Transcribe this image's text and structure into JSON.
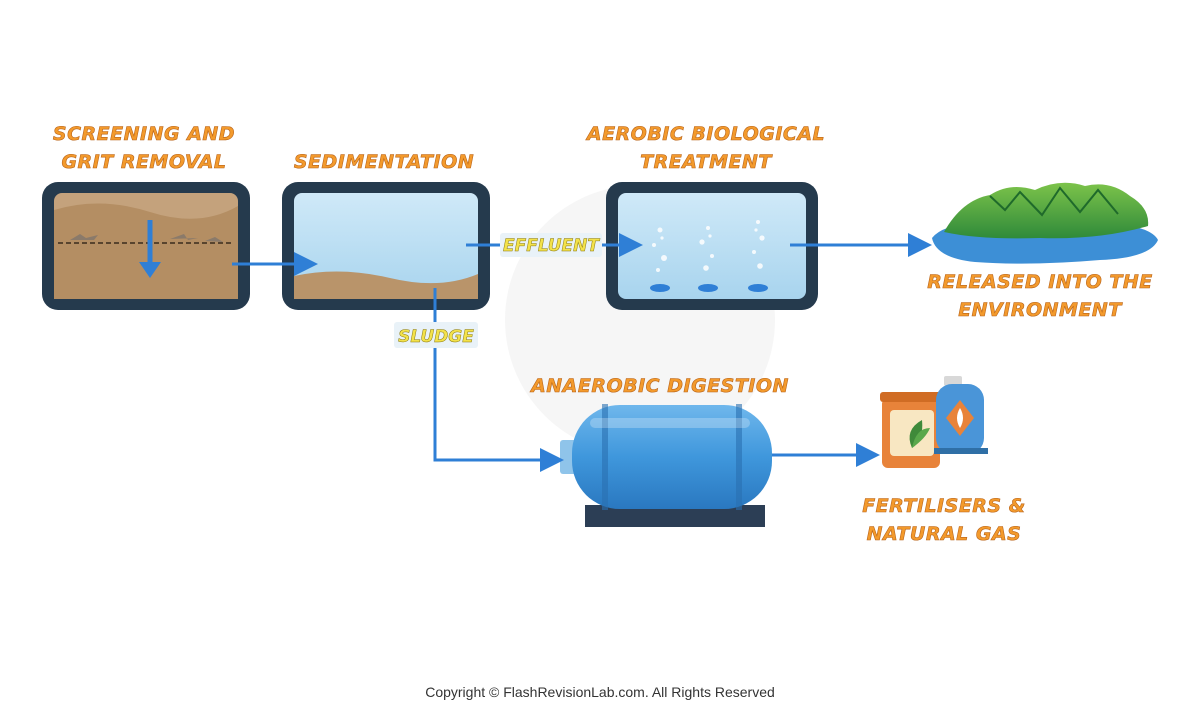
{
  "stages": {
    "screening": {
      "line1": "Screening and",
      "line2": "grit removal"
    },
    "sedimentation": {
      "line1": "Sedimentation"
    },
    "aerobic": {
      "line1": "Aerobic biological",
      "line2": "treatment"
    },
    "released": {
      "line1": "Released into the",
      "line2": "environment"
    },
    "anaerobic": {
      "line1": "Anaerobic digestion"
    },
    "products": {
      "line1": "Fertilisers &",
      "line2": "natural gas"
    }
  },
  "flows": {
    "effluent": "Effluent",
    "sludge": "Sludge"
  },
  "copyright": "Copyright © FlashRevisionLab.com. All Rights Reserved",
  "colors": {
    "label": "#f39a2c",
    "tag": "#f3e24a",
    "arrow": "#2f7fd6",
    "tank_frame": "#253a4d",
    "water": "#b5dcf2",
    "sediment": "#b9946a"
  }
}
